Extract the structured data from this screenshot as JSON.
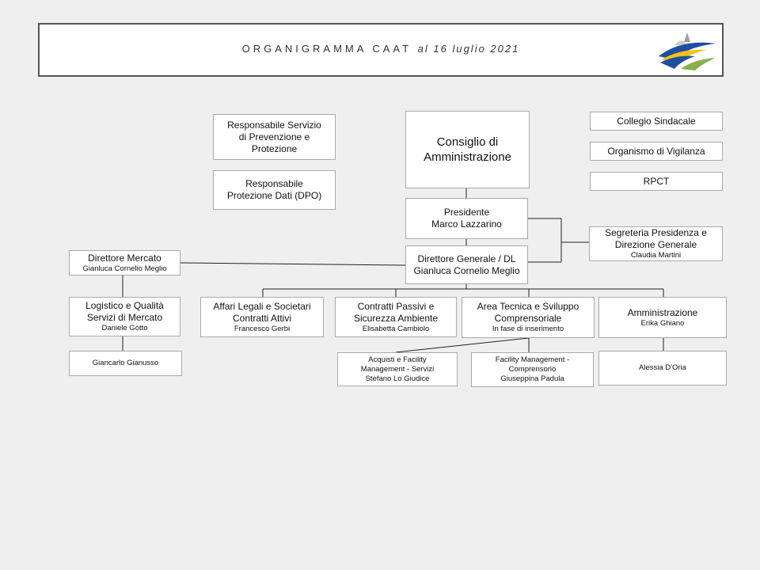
{
  "header": {
    "title": "ORGANIGRAMMA CAAT",
    "date": "al 16 luglio 2021"
  },
  "boxes": {
    "rspp": {
      "line1": "Responsabile Servizio",
      "line2": "di Prevenzione e",
      "line3": "Protezione"
    },
    "dpo": {
      "line1": "Responsabile",
      "line2": "Protezione Dati (DPO)"
    },
    "cda": {
      "line1": "Consiglio di",
      "line2": "Amministrazione"
    },
    "collegio": {
      "line1": "Collegio Sindacale"
    },
    "odv": {
      "line1": "Organismo di Vigilanza"
    },
    "rpct": {
      "line1": "RPCT"
    },
    "presidente": {
      "line1": "Presidente",
      "line2": "Marco Lazzarino"
    },
    "segreteria": {
      "line1": "Segreteria Presidenza e",
      "line2": "Direzione Generale",
      "name": "Claudia Martini"
    },
    "dg": {
      "line1": "Direttore Generale / DL",
      "line2": "Gianluca Cornelio Meglio"
    },
    "dir_mercato": {
      "line1": "Direttore Mercato",
      "name": "Gianluca Cornelio Meglio"
    },
    "logistico": {
      "line1": "Logistico e Qualità",
      "line2": "Servizi di Mercato",
      "name": "Daniele  Gotto"
    },
    "gianusso": {
      "line1": "Giancarlo   Gianusso"
    },
    "affari": {
      "line1": "Affari Legali e Societari",
      "line2": "Contratti Attivi",
      "name": "Francesco  Gerbi"
    },
    "contratti": {
      "line1": "Contratti Passivi e",
      "line2": "Sicurezza Ambiente",
      "name": "Elisabetta Cambiolo"
    },
    "area_tecnica": {
      "line1": "Area Tecnica e Sviluppo",
      "line2": "Comprensoriale",
      "name": "In  fase di inserimento"
    },
    "amministrazione": {
      "line1": "Amministrazione",
      "name": "Erika  Ghiano"
    },
    "acquisti": {
      "line1": "Acquisti e Facility",
      "line2": "Management  - Servizi",
      "line3": "Stefano Lo Giudice"
    },
    "facility": {
      "line1": "Facility Management  -",
      "line2": "Comprensorio",
      "line3": "Giuseppina   Padula"
    },
    "doria": {
      "line1": "Alessia D'Oria"
    }
  },
  "colors": {
    "line": "#222222",
    "border": "#aaaaaa",
    "header_border": "#555555",
    "logo_blue": "#1f4fa0",
    "logo_yellow": "#f2c21b"
  }
}
